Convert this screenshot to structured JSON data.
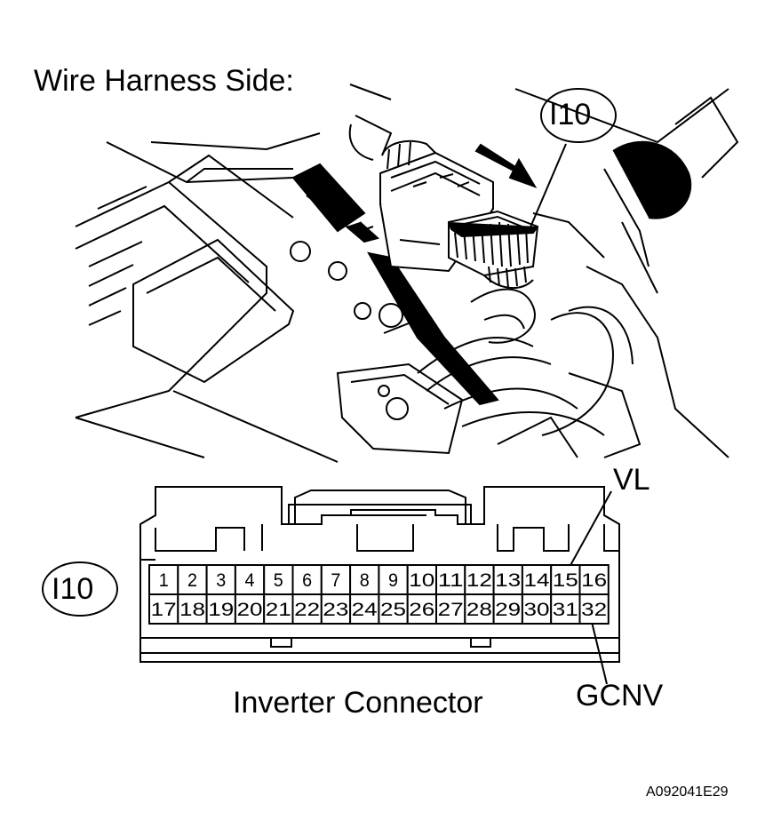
{
  "harness_side_label": "Wire Harness Side:",
  "connector_code": "I10",
  "connector_name": "Inverter Connector",
  "figure_code": "A092041E29",
  "terminal_labels": {
    "vl": "VL",
    "gcnv": "GCNV"
  },
  "pins": {
    "row1": [
      "1",
      "2",
      "3",
      "4",
      "5",
      "6",
      "7",
      "8",
      "9",
      "10",
      "11",
      "12",
      "13",
      "14",
      "15",
      "16"
    ],
    "row2": [
      "17",
      "18",
      "19",
      "20",
      "21",
      "22",
      "23",
      "24",
      "25",
      "26",
      "27",
      "28",
      "29",
      "30",
      "31",
      "32"
    ]
  }
}
